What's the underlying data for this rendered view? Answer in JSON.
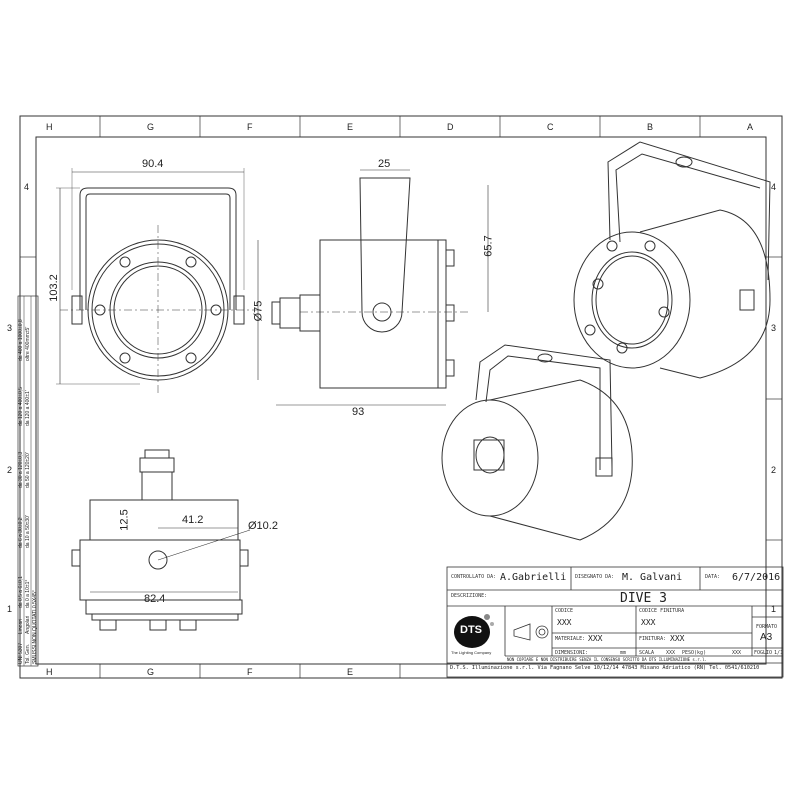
{
  "frame": {
    "columns": [
      "H",
      "G",
      "F",
      "E",
      "D",
      "C",
      "B",
      "A"
    ],
    "rows": [
      "4",
      "3",
      "2",
      "1"
    ]
  },
  "dimensions": {
    "front_width": "90.4",
    "front_height": "103.2",
    "diameter": "Ø75",
    "side_bracket": "25",
    "side_height": "65.7",
    "side_length": "93",
    "bottom_height": "12.5",
    "bottom_offset": "41.2",
    "hole_diameter": "Ø10.2",
    "bottom_width": "82.4"
  },
  "tolerance_table": {
    "row1": [
      "UNI 5307",
      "Lineari",
      "da 0,5 a 6±0,1",
      "da 6 a 30±0,2",
      "da 30 a 120±0,3",
      "da 120 a 400±0,5",
      "da 400 a 1000±0,8"
    ],
    "row2": [
      "Tol. Gen.",
      "Angolari",
      "da 0 a 10±1°",
      "da 10 a 50±30'",
      "da 50 a 120±20'",
      "da 120 a 400±1'",
      "oltre 400mm±5'"
    ],
    "note": "SMUSSI NON QUOTATI 0,5X45°"
  },
  "title_block": {
    "controllato_label": "CONTROLLATO DA:",
    "controllato": "A.Gabrielli",
    "disegnato_label": "DISEGNATO DA:",
    "disegnato": "M. Galvani",
    "data_label": "DATA:",
    "data": "6/7/2016",
    "descrizione_label": "DESCRIZIONE:",
    "descrizione": "DIVE 3",
    "logo": "DTS",
    "logo_tagline": "The Lighting Company",
    "codice_label": "CODICE",
    "codice": "XXX",
    "codice_finitura_label": "CODICE FINITURA",
    "codice_finitura": "XXX",
    "materiale_label": "MATERIALE:",
    "materiale": "XXX",
    "finitura_label": "FINITURA:",
    "finitura": "XXX",
    "formato_label": "FORMATO",
    "formato": "A3",
    "dimensioni_label": "DIMENSIONI:",
    "dimensioni": "mm",
    "scala_label": "SCALA",
    "scala": "XXX",
    "peso_label": "PESO(kg)",
    "peso": "XXX",
    "foglio_label": "FOGLIO",
    "foglio": "1/1",
    "copyright": "NON COPIARE E NON DISTRIBUIRE SENZA IL CONSENSO SCRITTO DA DTS ILLUMINAZIONE s.r.l.",
    "address": "D.T.S. Illuminazione s.r.l. Via Fagnano Selve 10/12/14 47843 Misano Adriatico (RN) Tel. 0541/610210"
  }
}
